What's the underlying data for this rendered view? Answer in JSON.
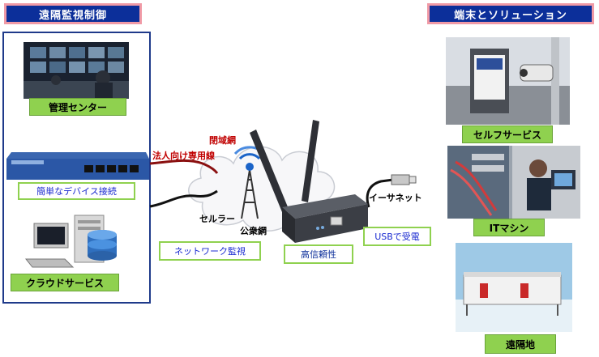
{
  "left": {
    "title": "遠隔監視制御",
    "items": [
      {
        "label": "管理センター"
      },
      {
        "label": "簡単なデバイス接続"
      },
      {
        "label": "クラウドサービス"
      }
    ]
  },
  "center": {
    "closed_network": "閉域網",
    "dedicated_line": "法人向け専用線",
    "cellular": "セルラー",
    "public_network": "公衆網",
    "ethernet": "イーサネット",
    "network_monitoring": "ネットワーク監視",
    "reliability": "高信頼性",
    "usb_power": "USBで受電"
  },
  "right": {
    "title": "端末とソリューション",
    "items": [
      {
        "label": "セルフサービス"
      },
      {
        "label": "ITマシン"
      },
      {
        "label": "遠隔地"
      }
    ]
  }
}
